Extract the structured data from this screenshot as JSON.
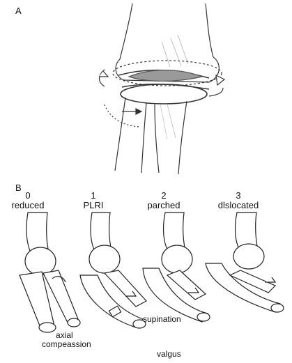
{
  "panel_a": {
    "letter": "A"
  },
  "panel_b": {
    "letter": "B",
    "stages": [
      {
        "number": "0",
        "name": "reduced"
      },
      {
        "number": "1",
        "name": "PLRI"
      },
      {
        "number": "2",
        "name": "parched"
      },
      {
        "number": "3",
        "name": "dlslocated"
      }
    ],
    "annotations": {
      "supination": "supination",
      "axial": "axial",
      "compression": "compeassion",
      "valgus": "valgus"
    }
  }
}
